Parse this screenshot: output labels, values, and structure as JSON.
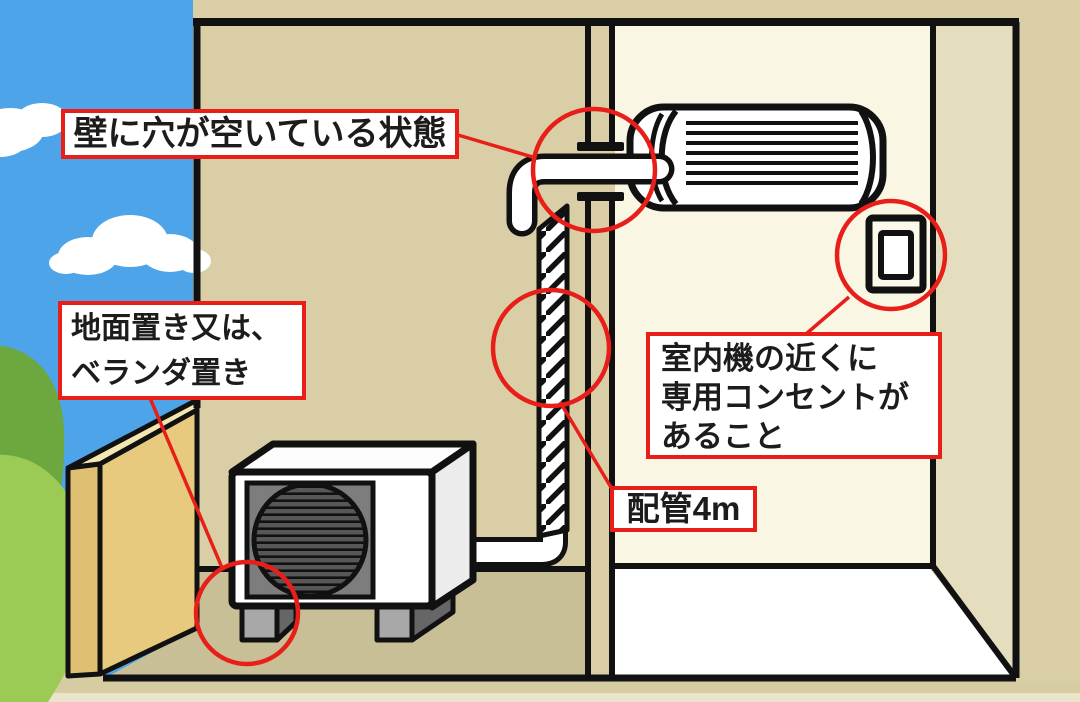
{
  "diagram": {
    "kind": "air-conditioner-installation-cutaway-illustration",
    "labels": {
      "wall_hole": {
        "text": "壁に穴が空いている状態"
      },
      "placement": {
        "line1": "地面置き又は、",
        "line2": "ベランダ置き"
      },
      "outlet": {
        "line1": "室内機の近くに",
        "line2": "専用コンセントが",
        "line3": "あること"
      },
      "piping": {
        "text": "配管4m"
      }
    },
    "highlights": [
      "wall-hole-circle",
      "insulated-pipe-circle",
      "power-outlet-circle",
      "outdoor-unit-foot-circle"
    ],
    "colors": {
      "annotation_red": "#e81f19",
      "sky": "#4da4e8",
      "cloud": "#ffffff",
      "bush_light": "#9bcb55",
      "bush_dark": "#6ca73f",
      "facade_tan": "#d9cea6",
      "interior_wall_cream": "#faf6e4",
      "right_wall_pale": "#e4debf",
      "balcony_wall": "#e7ca7e",
      "balcony_wall_top": "#f4e6b0",
      "balcony_wall_end": "#dfc072",
      "ground_khaki": "#c9bf96",
      "bottom_strip": "#d6cca2",
      "floor_white": "#ffffff",
      "outline_black": "#111111",
      "unit_grey": "#ececec",
      "grille_grey": "#7d7d7d",
      "fan_grey": "#575757",
      "foot_grey": "#a8a8a8"
    }
  }
}
